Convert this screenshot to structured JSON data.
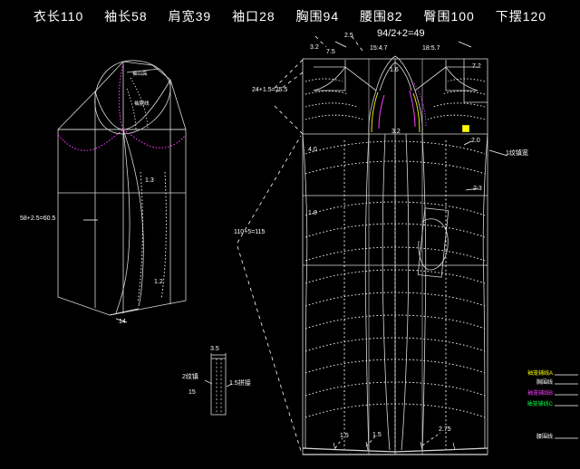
{
  "header": {
    "items": [
      {
        "name": "衣长",
        "value": "110"
      },
      {
        "name": "袖长",
        "value": "58"
      },
      {
        "name": "肩宽",
        "value": "39"
      },
      {
        "name": "袖口",
        "value": "28"
      },
      {
        "name": "胸围",
        "value": "94"
      },
      {
        "name": "腰围",
        "value": "82"
      },
      {
        "name": "臀围",
        "value": "100"
      },
      {
        "name": "下摆",
        "value": "120"
      }
    ]
  },
  "sleeve_block": {
    "sleeve_length_calc": "58+2.5=60.5",
    "cuff_width": "14",
    "back_sleeve_note": "1.3",
    "front_sleeve_note": "1.2",
    "cap_label_a": "袖山高",
    "cap_label_b": "袖肥线"
  },
  "body_block": {
    "title": "94/2+2=49",
    "shoulder_drop": "2.5",
    "neck_back_width": "3.2",
    "neck_back_depth": "7.5",
    "back_shoulder_slope": "15:4.7",
    "front_shoulder_slope": "18:5.7",
    "dart_1_6": "1.6",
    "front_neck_depth": "7.2",
    "armhole_depth_calc": "24+1.5=25.5",
    "garment_length_calc": "110+5=115",
    "chest_mark": "3.2",
    "sleeve_width_note": "1纹镇宽",
    "side_ease_a": "4.0",
    "side_ease_b": "1.8",
    "hem_dart_1": "1.5",
    "hem_dart_2": "1.5",
    "hem_dart_3": "2.75",
    "right_note_1": "2.0",
    "right_note_2": "2.3"
  },
  "placket": {
    "width": "3.5",
    "length": "15",
    "left_note": "2纹镇",
    "right_note": "1.5拼接"
  },
  "legend": {
    "rows": [
      {
        "label": "袖笼辅线A",
        "color": "#ffff00"
      },
      {
        "label": "胸围线",
        "color": "#ffffff"
      },
      {
        "label": "袖笼辅线B",
        "color": "#ff3dff"
      },
      {
        "label": "袖笼辅线C",
        "color": "#00ff44"
      },
      {
        "label": "腰围线",
        "color": "#ffffff"
      }
    ]
  },
  "colors": {
    "background": "#000000",
    "line": "#d8d8d8",
    "accent_yellow": "#ffff00",
    "accent_magenta": "#ff3dff",
    "accent_green": "#00ff44"
  }
}
